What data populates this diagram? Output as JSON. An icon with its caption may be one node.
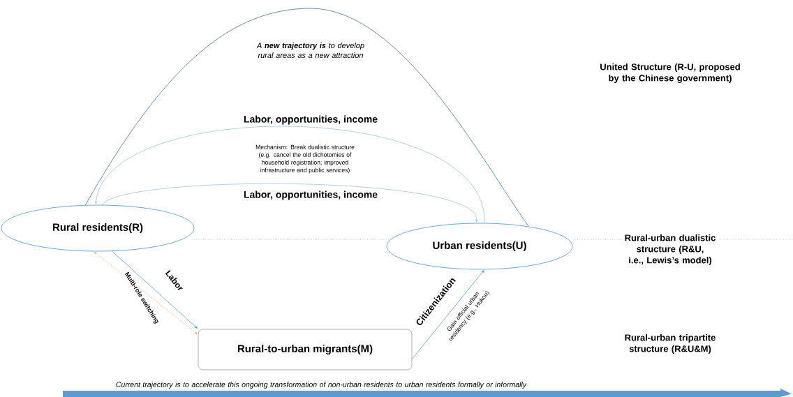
{
  "diagram": {
    "nodes": [
      {
        "text": [
          "Rural residents(R)"
        ]
      },
      {
        "text": [
          "Urban residents(U)"
        ]
      },
      {
        "text": [
          "Rural-to-urban migrants(M)"
        ]
      }
    ],
    "edges": [
      {
        "from": 0,
        "to": 1,
        "arrow": "none",
        "color": "#41719c",
        "label": "A **new trajectory is** to develop rural areas as a new attraction"
      },
      {
        "from": 1,
        "to": 0,
        "arrow": "to",
        "color": "#9dc3e6",
        "label": "Labor, opportunities, income"
      },
      {
        "from": 0,
        "to": 1,
        "arrow": "to",
        "color": "#9dc3e6",
        "label": "Labor, opportunities, income"
      },
      {
        "from": 0,
        "to": 2,
        "arrow": "to",
        "label": "Labor"
      },
      {
        "from": 0,
        "to": 2,
        "arrow": "both",
        "style": "dashed",
        "color": "#f4b183",
        "label": "Multi-role switching"
      },
      {
        "from": 2,
        "to": 1,
        "arrow": "to",
        "label": "Citizenization"
      }
    ],
    "labels": [
      "United Structure (R-U, proposed by the Chinese government)",
      "Rural-urban dualistic structure (R&U, i.e., Lewis’s model)",
      "Rural-urban tripartite structure (R&U&M)",
      "Mechanism: Break dualistic structure (e.g. cancel the old dichotomies of household registration; improved infrastructure and public services)",
      "Gain official urban residency (e.g., Hukou)",
      "Current trajectory is to accelerate this ongoing transformation of non-urban residents to urban residents formally or informally"
    ]
  }
}
